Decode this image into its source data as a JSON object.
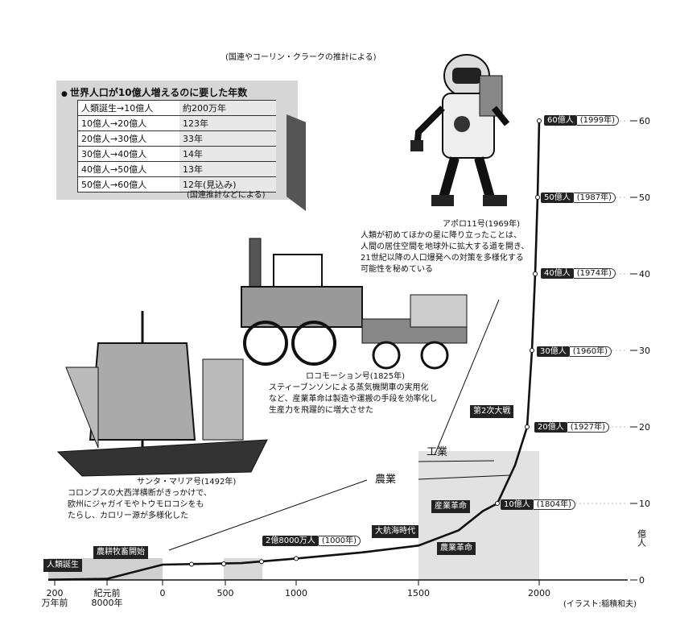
{
  "source_note": "(国連やコーリン・クラークの推計による)",
  "credit": "(イラスト:稲積和夫)",
  "table": {
    "title": "世界人口が10億人増えるのに要した年数",
    "rows": [
      {
        "from": "人類誕生→10億人",
        "years": "約200万年"
      },
      {
        "from": "10億人→20億人",
        "years": "123年"
      },
      {
        "from": "20億人→30億人",
        "years": "33年"
      },
      {
        "from": "30億人→40億人",
        "years": "14年"
      },
      {
        "from": "40億人→50億人",
        "years": "13年"
      },
      {
        "from": "50億人→60億人",
        "years": "12年(見込み)"
      }
    ],
    "note": "(国連推計などによる)"
  },
  "illustrations": {
    "apollo": {
      "title": "アポロ11号(1969年)",
      "desc": [
        "人類が初めてほかの星に降り立ったことは、",
        "人間の居住空間を地球外に拡大する道を開き、",
        "21世紀以降の人口爆発への対策を多様化する",
        "可能性を秘めている"
      ]
    },
    "locomotion": {
      "title": "ロコモーション号(1825年)",
      "desc": [
        "スティーブンソンによる蒸気機関車の実用化",
        "など、産業革命は製造や運搬の手段を効率化し",
        "生産力を飛躍的に増大させた"
      ]
    },
    "santa_maria": {
      "title": "サンタ・マリア号(1492年)",
      "desc": [
        "コロンブスの大西洋横断がきっかけで、",
        "欧州にジャガイモやトウモロコシをも",
        "たらし、カロリー源が多様化した"
      ]
    }
  },
  "annotations": {
    "industry": "工業",
    "agriculture": "農業"
  },
  "chart_data": {
    "type": "line",
    "ylabel": "億人",
    "ylim": [
      0,
      60
    ],
    "x_ticks": [
      {
        "label": [
          "200",
          "万年前"
        ]
      },
      {
        "label": [
          "紀元前",
          "8000年"
        ]
      },
      {
        "label": [
          "0"
        ]
      },
      {
        "label": [
          "500"
        ]
      },
      {
        "label": [
          "1000"
        ]
      },
      {
        "label": [
          "1500"
        ]
      },
      {
        "label": [
          "2000"
        ]
      }
    ],
    "y_ticks": [
      "0",
      "10",
      "20",
      "30",
      "40",
      "50",
      "60"
    ],
    "population_labels": [
      {
        "amount": "2億8000万人",
        "year": "(1000年)",
        "value": 2.8
      },
      {
        "amount": "10億人",
        "year": "(1804年)",
        "value": 10
      },
      {
        "amount": "20億人",
        "year": "(1927年)",
        "value": 20
      },
      {
        "amount": "30億人",
        "year": "(1960年)",
        "value": 30
      },
      {
        "amount": "40億人",
        "year": "(1974年)",
        "value": 40
      },
      {
        "amount": "50億人",
        "year": "(1987年)",
        "value": 50
      },
      {
        "amount": "60億人",
        "year": "(1999年)",
        "value": 60
      }
    ],
    "events": [
      "人類誕生",
      "農耕牧畜開始",
      "大航海時代",
      "産業革命",
      "農業革命",
      "第2次大戦"
    ]
  }
}
